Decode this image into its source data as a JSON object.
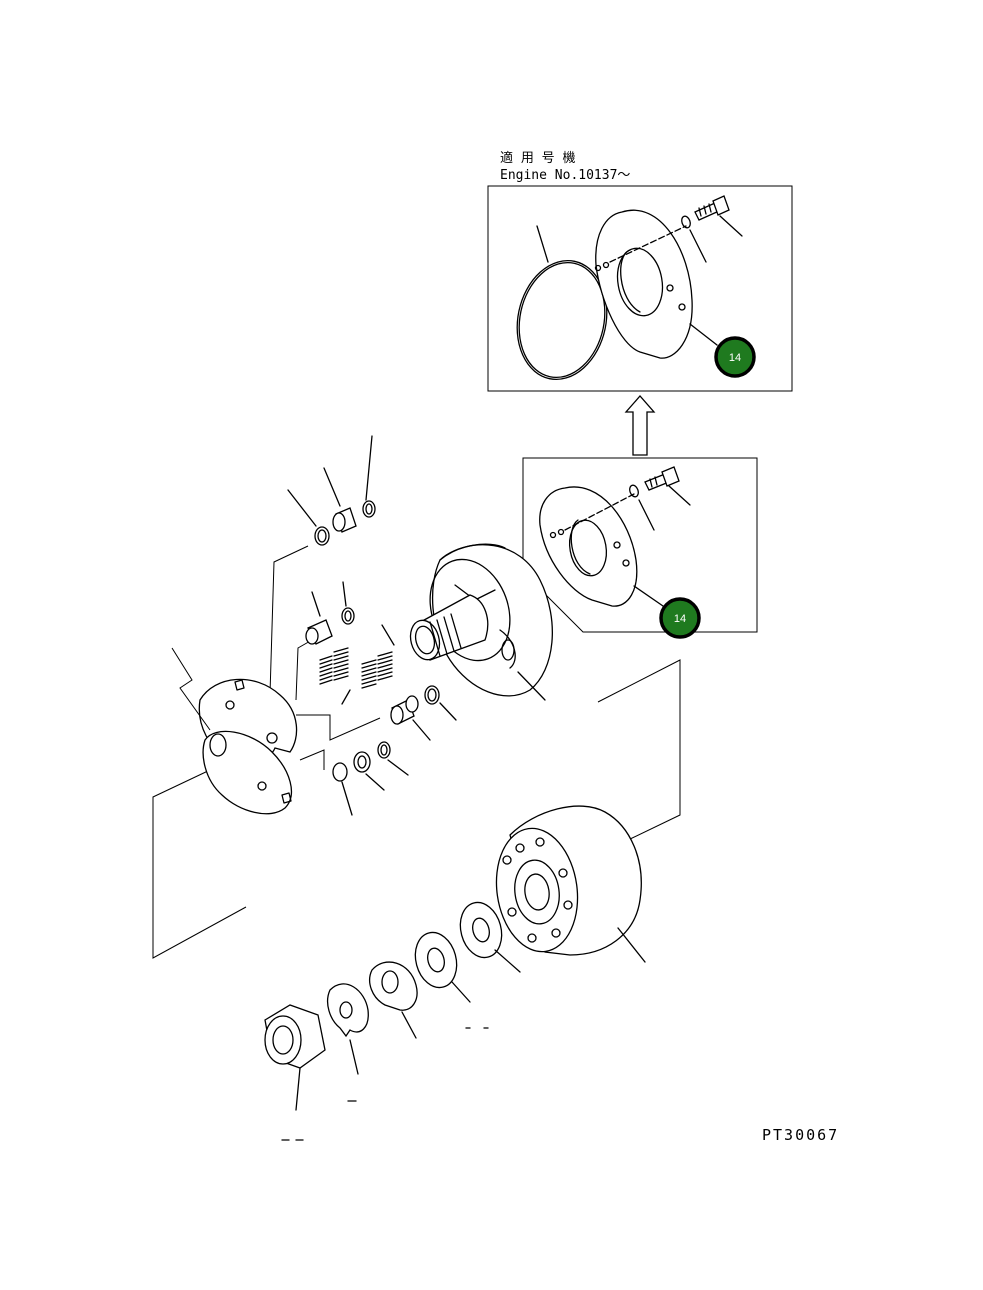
{
  "header": {
    "applicable_label": "適 用 号 機",
    "engine_label": "Engine No.10137～"
  },
  "drawing_code": "PT30067",
  "callouts": [
    {
      "id": "callout-new",
      "label": "14"
    },
    {
      "id": "callout-old",
      "label": "14"
    }
  ],
  "colors": {
    "callout_fill": "#1f7a1f",
    "line": "#000000",
    "background": "#ffffff"
  }
}
